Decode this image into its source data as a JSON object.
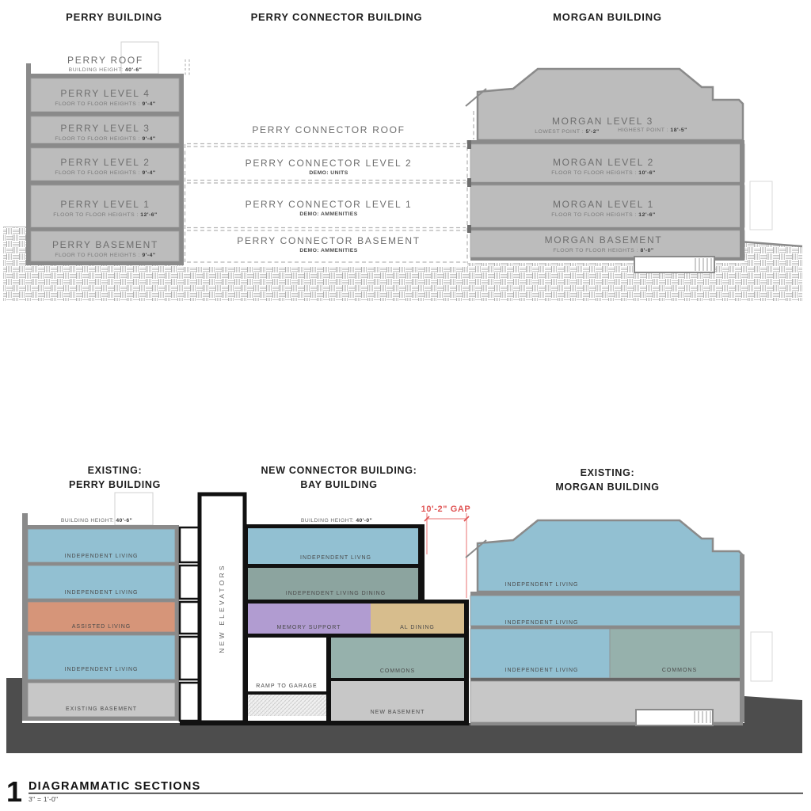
{
  "colors": {
    "independent_living_blue": "#92c0d2",
    "dining_teal": "#8ca49f",
    "commons_teal": "#96b1ac",
    "assisted_living_salmon": "#d69579",
    "memory_support_purple": "#b19cd1",
    "al_dining_tan": "#d7bd8d",
    "existing_fill_gray": "#bcbcbc",
    "basement_gray": "#c7c7c7",
    "wall_gray": "#8a8a8a",
    "ground_dark": "#4d4d4d",
    "gap_red": "#e05555"
  },
  "top": {
    "headers": {
      "perry": "PERRY BUILDING",
      "connector": "PERRY CONNECTOR BUILDING",
      "morgan": "MORGAN BUILDING"
    },
    "perry": {
      "roof_label": "PERRY ROOF",
      "roof_sub_prefix": "BUILDING HEIGHT: ",
      "roof_sub_value": "40'-6\"",
      "levels": [
        {
          "label": "PERRY LEVEL 4",
          "sub_prefix": "FLOOR TO FLOOR HEIGHTS : ",
          "sub_value": "9'-4\""
        },
        {
          "label": "PERRY LEVEL 3",
          "sub_prefix": "FLOOR TO FLOOR HEIGHTS : ",
          "sub_value": "9'-4\""
        },
        {
          "label": "PERRY LEVEL 2",
          "sub_prefix": "FLOOR TO FLOOR HEIGHTS : ",
          "sub_value": "9'-4\""
        },
        {
          "label": "PERRY LEVEL 1",
          "sub_prefix": "FLOOR TO FLOOR HEIGHTS : ",
          "sub_value": "12'-6\""
        },
        {
          "label": "PERRY BASEMENT",
          "sub_prefix": "FLOOR TO FLOOR HEIGHTS : ",
          "sub_value": "9'-4\""
        }
      ]
    },
    "connector": {
      "roof_label": "PERRY CONNECTOR ROOF",
      "levels": [
        {
          "label": "PERRY CONNECTOR LEVEL 2",
          "sub": "DEMO: UNITS"
        },
        {
          "label": "PERRY CONNECTOR LEVEL 1",
          "sub": "DEMO: AMMENITIES"
        },
        {
          "label": "PERRY CONNECTOR BASEMENT",
          "sub": "DEMO: AMMENITIES"
        }
      ]
    },
    "morgan": {
      "level3_label": "MORGAN LEVEL 3",
      "level3_low_prefix": "LOWEST POINT : ",
      "level3_low_value": "5'-2\"",
      "level3_high_prefix": "HIGHEST POINT : ",
      "level3_high_value": "18'-5\"",
      "levels": [
        {
          "label": "MORGAN LEVEL 2",
          "sub_prefix": "FLOOR TO FLOOR HEIGHTS : ",
          "sub_value": "10'-6\""
        },
        {
          "label": "MORGAN LEVEL 1",
          "sub_prefix": "FLOOR TO FLOOR HEIGHTS : ",
          "sub_value": "12'-6\""
        },
        {
          "label": "MORGAN BASEMENT",
          "sub_prefix": "FLOOR TO FLOOR HEIGHTS : ",
          "sub_value": "8'-0\""
        }
      ]
    }
  },
  "bottom": {
    "headers": {
      "perry_line1": "EXISTING:",
      "perry_line2": "PERRY BUILDING",
      "bay_line1": "NEW CONNECTOR BUILDING:",
      "bay_line2": "BAY BUILDING",
      "morgan_line1": "EXISTING:",
      "morgan_line2": "MORGAN BUILDING"
    },
    "perry": {
      "height_prefix": "BUILDING HEIGHT: ",
      "height_value": "40'-6\"",
      "floors": [
        {
          "label": "INDEPENDENT LIVING"
        },
        {
          "label": "INDEPENDENT LIVING"
        },
        {
          "label": "ASSISTED LIVING"
        },
        {
          "label": "INDEPENDENT LIVING"
        },
        {
          "label": "EXISTING BASEMENT"
        }
      ]
    },
    "elevator_label": "NEW ELEVATORS",
    "bay": {
      "height_prefix": "BUILDING HEIGHT: ",
      "height_value": "40'-0\"",
      "floor1": "INDEPENDENT LIVNG",
      "floor2": "INDEPENDENT LIVING DINING",
      "floor3_left": "MEMORY SUPPORT",
      "floor3_right": "AL DINING",
      "ramp": "RAMP TO GARAGE",
      "commons": "COMMONS",
      "basement": "NEW BASEMENT"
    },
    "gap_label": "10'-2\" GAP",
    "morgan": {
      "roof": "INDEPENDENT LIVING",
      "level2": "INDEPENDENT LIVING",
      "level1_left": "INDEPENDENT LIVING",
      "level1_right": "COMMONS"
    }
  },
  "title_block": {
    "number": "1",
    "title": "DIAGRAMMATIC SECTIONS",
    "scale": "3\" = 1'-0\""
  }
}
